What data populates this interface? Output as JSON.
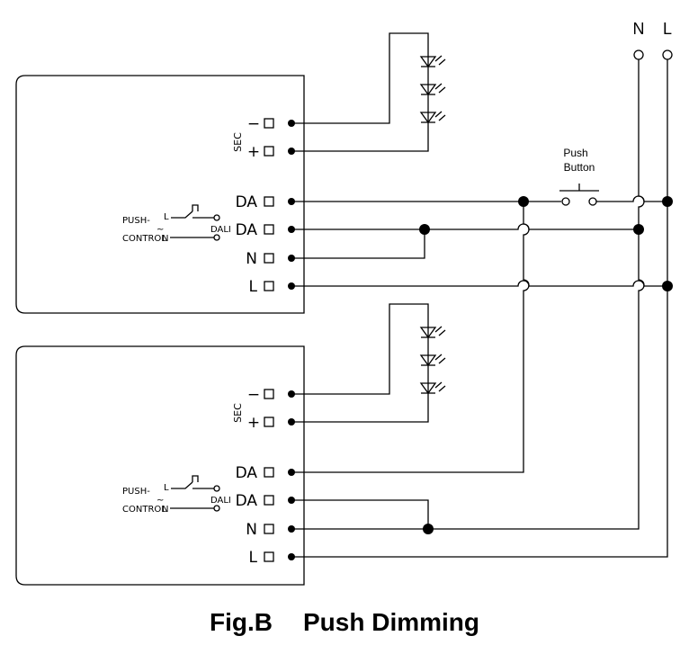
{
  "supply": {
    "neutral": "N",
    "line": "L"
  },
  "push_button": {
    "line1": "Push",
    "line2": "Button"
  },
  "drivers": [
    {
      "sec_label": "SEC",
      "sec_minus": "−",
      "sec_plus": "+",
      "terminals": [
        "DA",
        "DA",
        "N",
        "L"
      ],
      "push_control": {
        "line1": "PUSH-",
        "line2": "CONTROL",
        "l": "L",
        "n": "N",
        "dali": "DALI",
        "tilde": "~"
      }
    },
    {
      "sec_label": "SEC",
      "sec_minus": "−",
      "sec_plus": "+",
      "terminals": [
        "DA",
        "DA",
        "N",
        "L"
      ],
      "push_control": {
        "line1": "PUSH-",
        "line2": "CONTROL",
        "l": "L",
        "n": "N",
        "dali": "DALI",
        "tilde": "~"
      }
    }
  ],
  "caption": {
    "fig": "Fig.B",
    "title": "Push Dimming"
  }
}
